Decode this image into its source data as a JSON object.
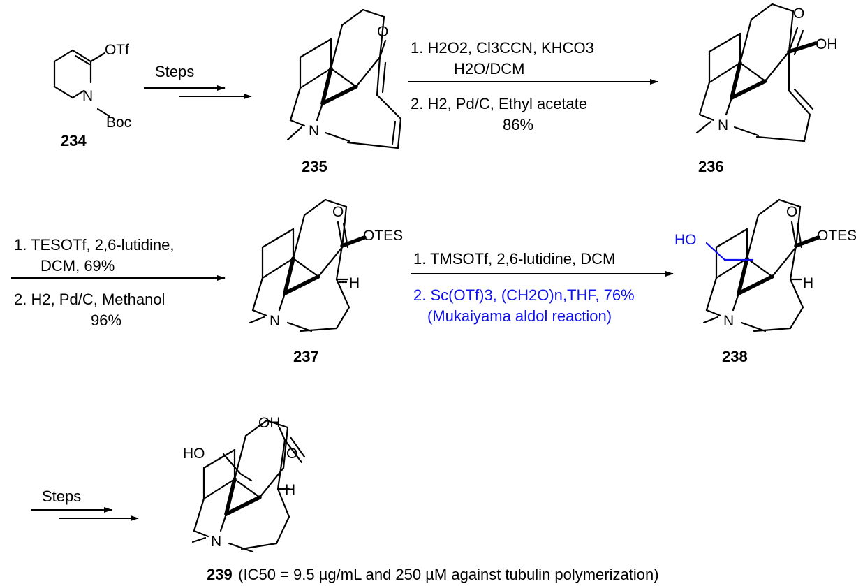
{
  "compounds": [
    {
      "id": "234",
      "groups": [
        "OTf",
        "N",
        "Boc"
      ]
    },
    {
      "id": "235",
      "groups": [
        "O",
        "N"
      ]
    },
    {
      "id": "236",
      "groups": [
        "O",
        "OH",
        "N"
      ]
    },
    {
      "id": "237",
      "groups": [
        "O",
        "OTES",
        "H",
        "N"
      ]
    },
    {
      "id": "238",
      "groups": [
        "HO",
        "O",
        "OTES",
        "H",
        "N"
      ]
    },
    {
      "id": "239",
      "groups": [
        "OH",
        "HO",
        "O",
        "H",
        "N"
      ]
    }
  ],
  "steps": {
    "s1": {
      "text": "Steps"
    },
    "s2": {
      "line1": "1. H2O2, Cl3CCN, KHCO3",
      "line2": "H2O/DCM",
      "line3": "2. H2, Pd/C, Ethyl acetate",
      "line4": "86%"
    },
    "s3": {
      "line1": "1. TESOTf, 2,6-lutidine,",
      "line2": "DCM, 69%",
      "line3": "2. H2, Pd/C, Methanol",
      "line4": "96%"
    },
    "s4": {
      "line1": "1. TMSOTf, 2,6-lutidine, DCM",
      "line2": "2. Sc(OTf)3, (CH2O)n,THF, 76%",
      "line3": "(Mukaiyama aldol reaction)"
    },
    "s5": {
      "text": "Steps"
    }
  },
  "caption": {
    "compound": "239",
    "rest": "(IC50 = 9.5 µg/mL and 250 µM against tubulin polymerization)"
  },
  "colors": {
    "highlight": "#1010ee",
    "text": "#000000"
  }
}
